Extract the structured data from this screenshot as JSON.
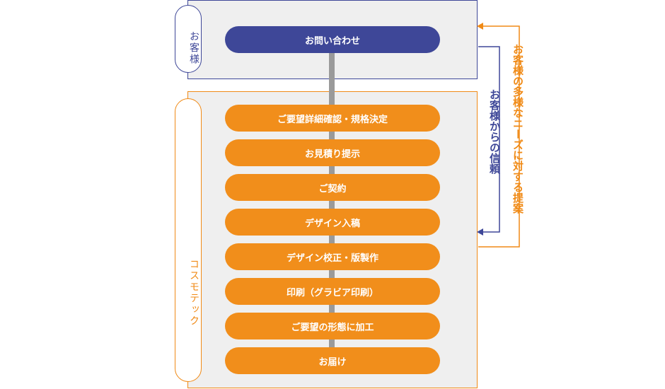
{
  "labels": {
    "customer": "お客様",
    "company": "コスモテック"
  },
  "steps": [
    "お問い合わせ",
    "ご要望詳細確認・規格決定",
    "お見積り提示",
    "ご契約",
    "デザイン入稿",
    "デザイン校正・版製作",
    "印刷（グラビア印刷）",
    "ご要望の形態に加工",
    "お届け"
  ],
  "feedback": {
    "trust": "お客様からの信頼",
    "proposal": "お客様の多様なニーズに対する提案"
  },
  "colors": {
    "navy": "#3e4798",
    "orange": "#f18e1b",
    "panel": "#efefef",
    "connector": "#9a9a9a"
  }
}
